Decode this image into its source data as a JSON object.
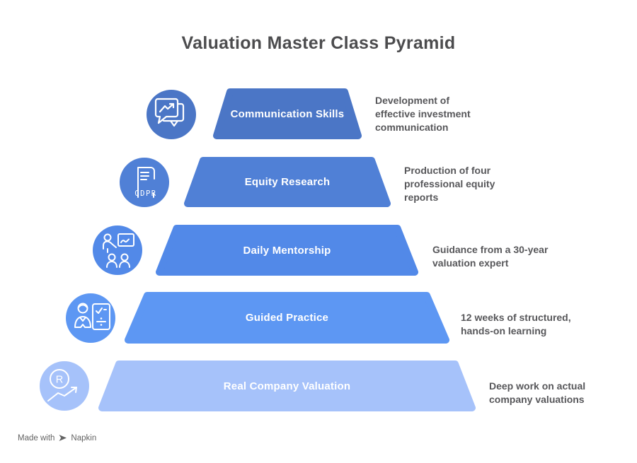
{
  "title": "Valuation Master Class Pyramid",
  "levels": [
    {
      "label": "Communication Skills",
      "description": "Development of\neffective investment\ncommunication",
      "color": "#4b76c6",
      "icon": "chat-bubbles-trend-icon"
    },
    {
      "label": "Equity Research",
      "description": "Production of four\nprofessional equity\nreports",
      "color": "#5080d6",
      "icon": "gdpr-document-icon"
    },
    {
      "label": "Daily Mentorship",
      "description": "Guidance from a 30-year\nvaluation expert",
      "color": "#5289e8",
      "icon": "mentorship-presentation-icon"
    },
    {
      "label": "Guided Practice",
      "description": "12 weeks of structured,\nhands-on learning",
      "color": "#5d97f3",
      "icon": "practice-board-icon"
    },
    {
      "label": "Real Company Valuation",
      "description": "Deep work on actual\ncompany valuations",
      "color": "#a6c2fa",
      "icon": "r-growth-chart-icon"
    }
  ],
  "icon_art_color": "#ffffff",
  "watermark": {
    "prefix": "Made with",
    "brand": "Napkin"
  }
}
